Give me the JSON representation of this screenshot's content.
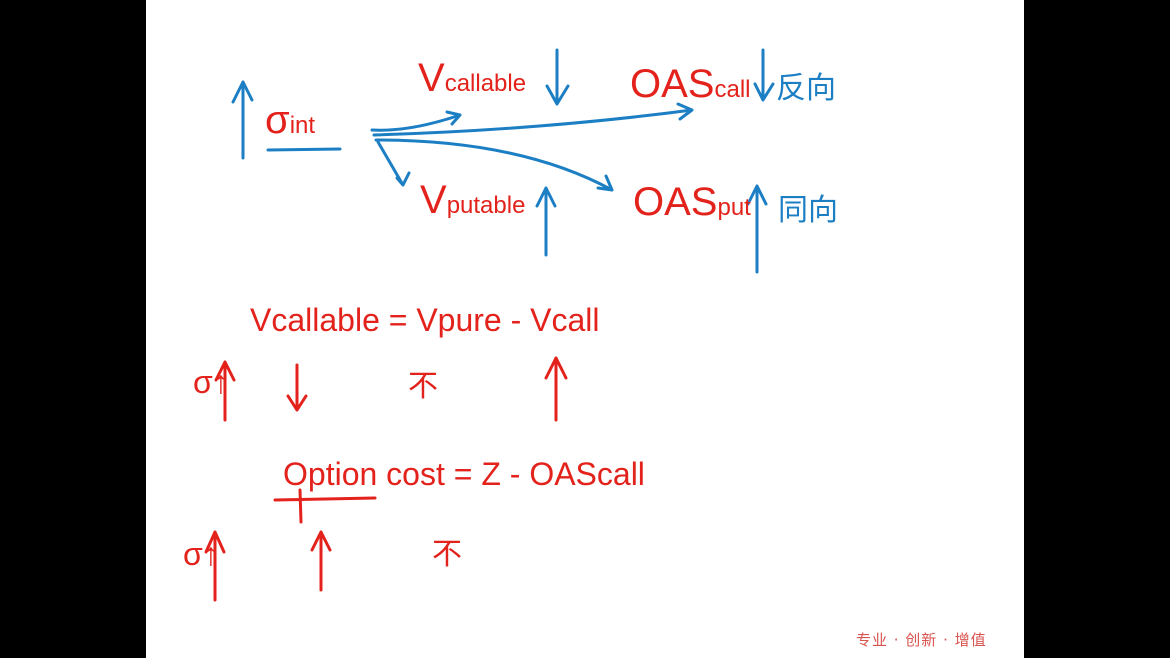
{
  "diagram": {
    "node_sigma": {
      "main": "σ",
      "sub": "int"
    },
    "node_vcallable": {
      "main": "V",
      "sub": "callable"
    },
    "node_oascall": {
      "main": "OAS",
      "sub": "call"
    },
    "label_opposite": "反向",
    "node_vputable": {
      "main": "V",
      "sub": "putable"
    },
    "node_oasput": {
      "main": "OAS",
      "sub": "put"
    },
    "label_same": "同向"
  },
  "formula1": {
    "text": "Vcallable = Vpure - Vcall",
    "row_markers": [
      "σ↑",
      "↓",
      "不",
      "↑"
    ]
  },
  "formula2": {
    "text": "Option cost = Z - OAScall",
    "row_markers": [
      "σ↑",
      "↑",
      "不"
    ]
  },
  "logo": "专业 · 创新 · 增值",
  "colors": {
    "red": "#e3221c",
    "blue": "#1c7fc4"
  }
}
